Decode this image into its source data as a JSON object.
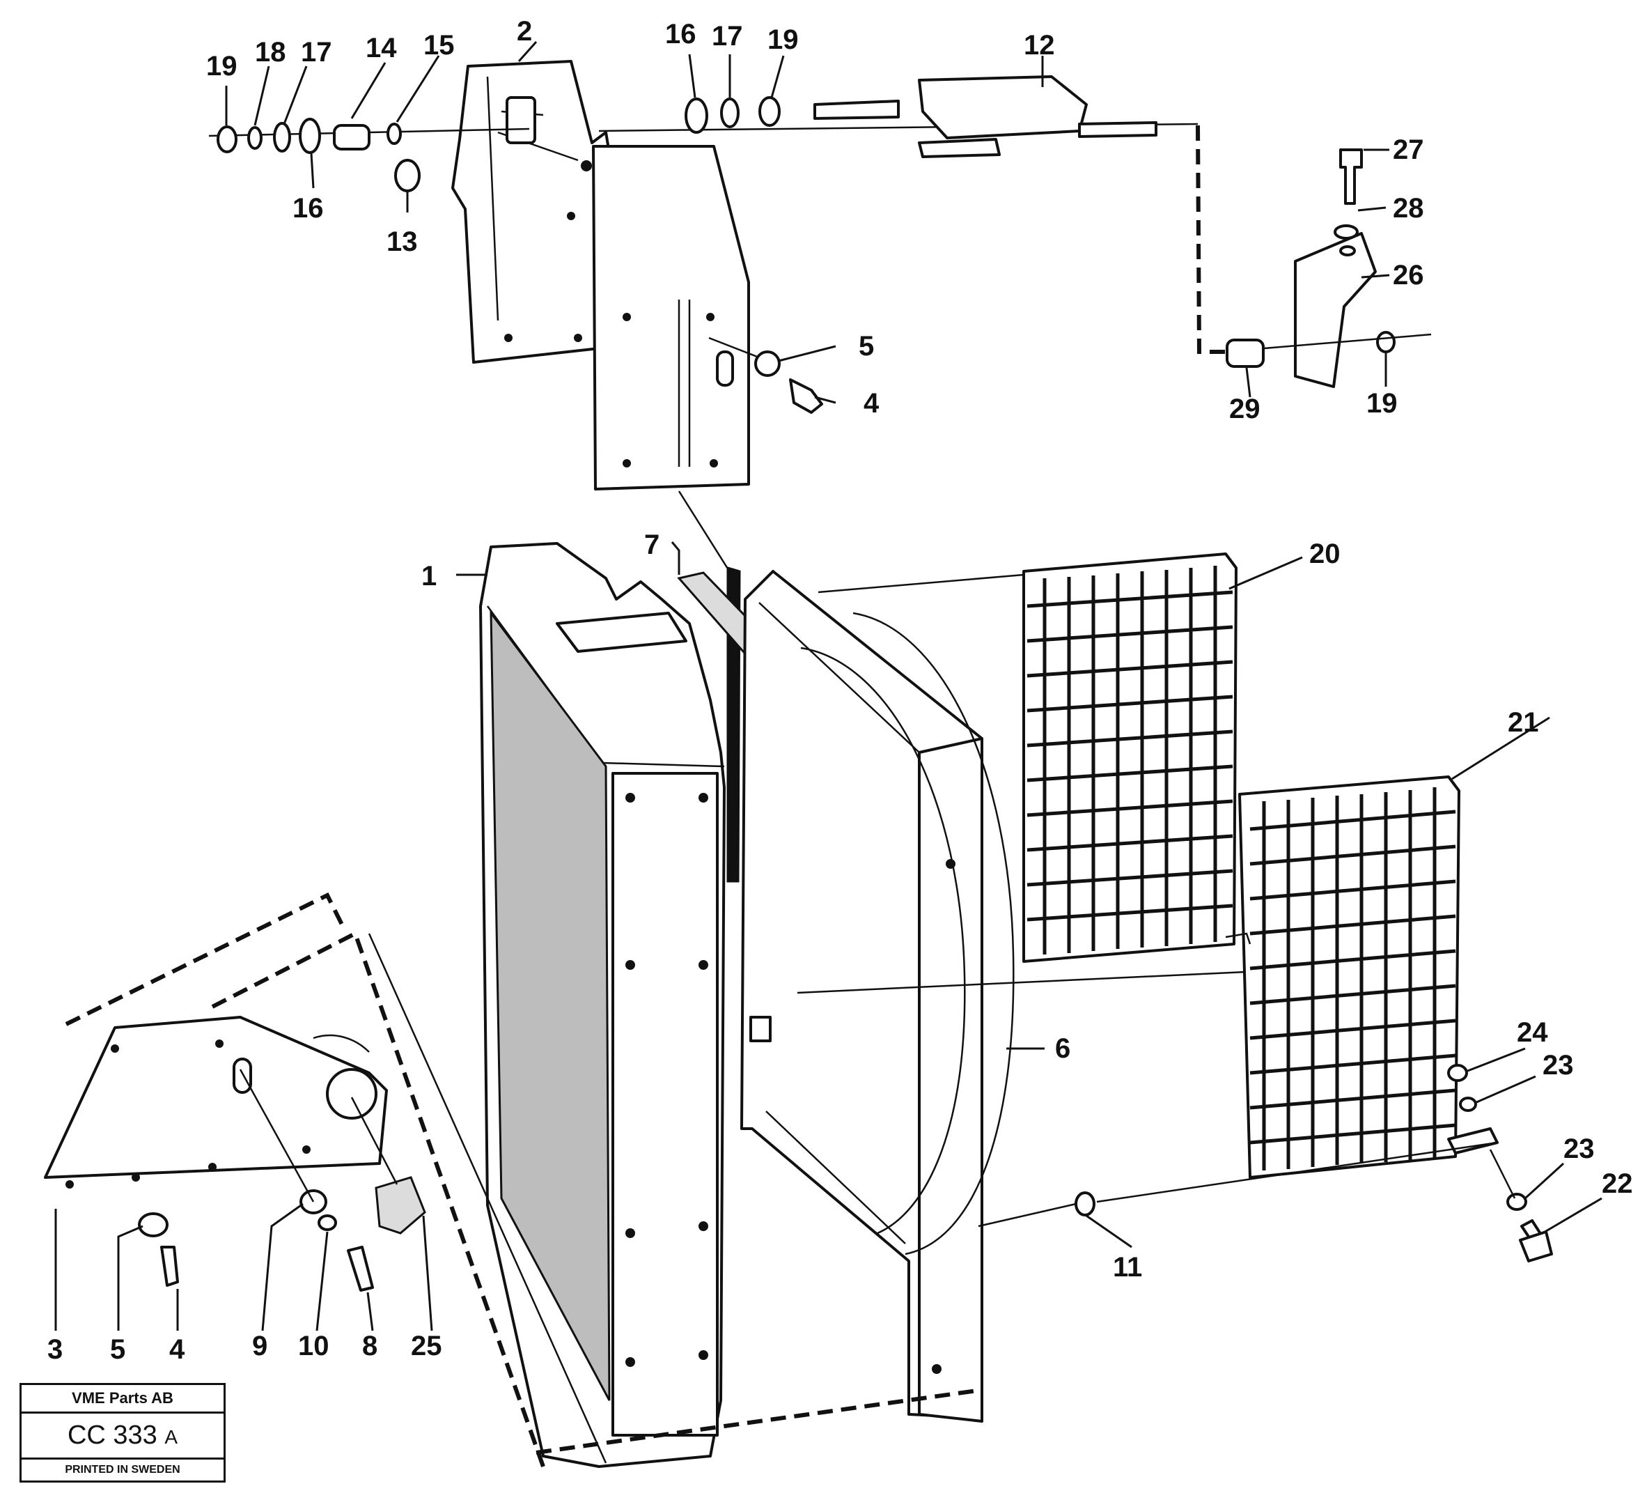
{
  "diagram": {
    "callouts": {
      "c1": "1",
      "c2": "2",
      "c3": "3",
      "c4a": "4",
      "c4b": "4",
      "c5a": "5",
      "c5b": "5",
      "c6": "6",
      "c7": "7",
      "c8": "8",
      "c9": "9",
      "c10": "10",
      "c11": "11",
      "c12": "12",
      "c13": "13",
      "c14": "14",
      "c15": "15",
      "c16a": "16",
      "c16b": "16",
      "c17a": "17",
      "c17b": "17",
      "c18": "18",
      "c19a": "19",
      "c19b": "19",
      "c19c": "19",
      "c20": "20",
      "c21": "21",
      "c22": "22",
      "c23a": "23",
      "c23b": "23",
      "c24": "24",
      "c25": "25",
      "c26": "26",
      "c27": "27",
      "c28": "28",
      "c29": "29"
    }
  },
  "title_block": {
    "company": "VME Parts AB",
    "code": "CC 333",
    "revision": "A",
    "printed": "PRINTED IN SWEDEN"
  }
}
